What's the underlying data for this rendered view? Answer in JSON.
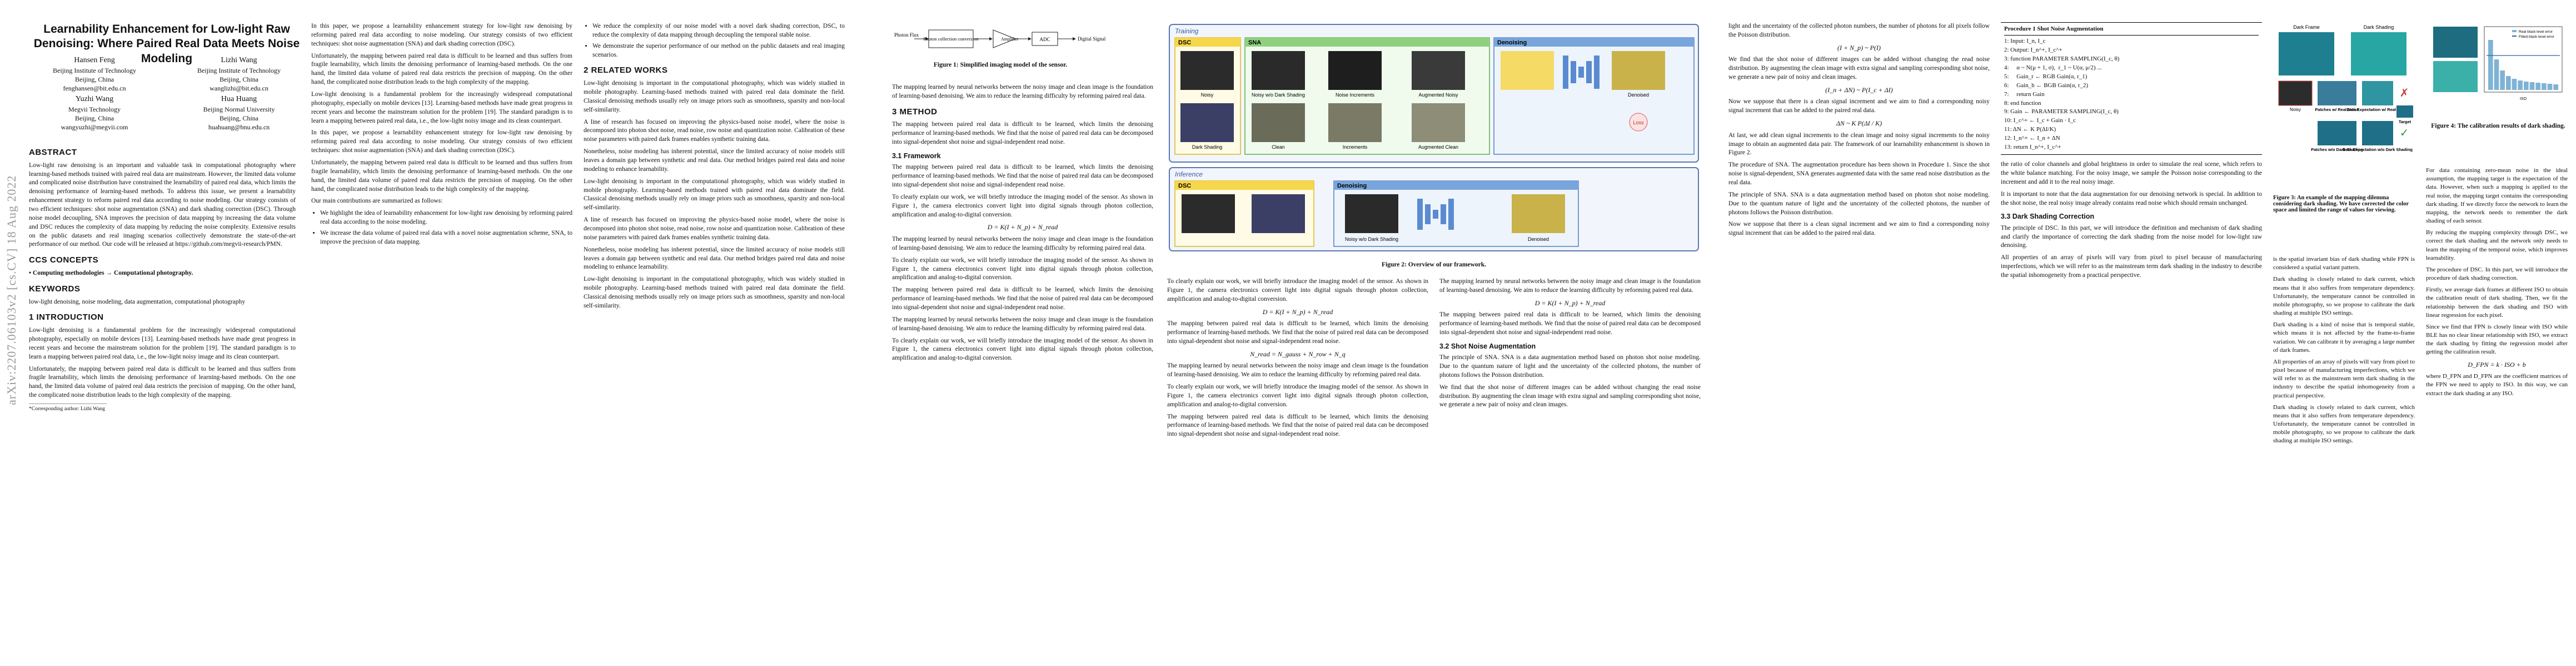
{
  "arxiv_stamp": "arXiv:2207.06103v2  [cs.CV]  18 Aug 2022",
  "paper": {
    "title": "Learnability Enhancement for Low-light Raw Denoising: Where Paired Real Data Meets Noise Modeling",
    "authors": [
      {
        "name": "Hansen Feng",
        "affil": "Beijing Institute of Technology",
        "city": "Beijing, China",
        "email": "fenghansen@bit.edu.cn"
      },
      {
        "name": "Lizhi Wang",
        "affil": "Beijing Institute of Technology",
        "city": "Beijing, China",
        "email": "wanglizhi@bit.edu.cn"
      },
      {
        "name": "Yuzhi Wang",
        "affil": "Megvii Technology",
        "city": "Beijing, China",
        "email": "wangyuzhi@megvii.com"
      },
      {
        "name": "Hua Huang",
        "affil": "Beijing Normal University",
        "city": "Beijing, China",
        "email": "huahuang@bnu.edu.cn"
      }
    ]
  },
  "sec": {
    "abstract": "ABSTRACT",
    "ccs": "CCS CONCEPTS",
    "keywords": "KEYWORDS",
    "intro": "1   INTRODUCTION",
    "related": "2   RELATED WORKS",
    "method": "3   METHOD",
    "framework": "3.1   Framework",
    "sna": "3.2   Shot Noise Augmentation",
    "dsc": "3.3   Dark Shading Correction"
  },
  "text": {
    "abstract": "Low-light raw denoising is an important and valuable task in computational photography where learning-based methods trained with paired real data are mainstream. However, the limited data volume and complicated noise distribution have constrained the learnability of paired real data, which limits the denoising performance of learning-based methods. To address this issue, we present a learnability enhancement strategy to reform paired real data according to noise modeling. Our strategy consists of two efficient techniques: shot noise augmentation (SNA) and dark shading correction (DSC). Through noise model decoupling, SNA improves the precision of data mapping by increasing the data volume and DSC reduces the complexity of data mapping by reducing the noise complexity. Extensive results on the public datasets and real imaging scenarios collectively demonstrate the state-of-the-art performance of our method. Our code will be released at https://github.com/megvii-research/PMN.",
    "ccs": "• Computing methodologies → Computational photography.",
    "keywords": "low-light denoising, noise modeling, data augmentation, computational photography",
    "intro": "Low-light denoising is a fundamental problem for the increasingly widespread computational photography, especially on mobile devices [13]. Learning-based methods have made great progress in recent years and become the mainstream solution for the problem [19]. The standard paradigm is to learn a mapping between paired real data, i.e., the low-light noisy image and its clean counterpart.",
    "intro2": "Unfortunately, the mapping between paired real data is difficult to be learned and thus suffers from fragile learnability, which limits the denoising performance of learning-based methods. On the one hand, the limited data volume of paired real data restricts the precision of mapping. On the other hand, the complicated noise distribution leads to the high complexity of the mapping.",
    "intro3": "In this paper, we propose a learnability enhancement strategy for low-light raw denoising by reforming paired real data according to noise modeling. Our strategy consists of two efficient techniques: shot noise augmentation (SNA) and dark shading correction (DSC).",
    "contrib_intro": "Our main contributions are summarized as follows:",
    "contrib1": "We highlight the idea of learnability enhancement for low-light raw denoising by reforming paired real data according to the noise modeling.",
    "contrib2": "We increase the data volume of paired real data with a novel noise augmentation scheme, SNA, to improve the precision of data mapping.",
    "contrib3": "We reduce the complexity of our noise model with a novel dark shading correction, DSC, to reduce the complexity of data mapping through decoupling the temporal stable noise.",
    "contrib4": "We demonstrate the superior performance of our method on the public datasets and real imaging scenarios.",
    "related1": "Low-light denoising is important in the computational photography, which was widely studied in mobile photography. Learning-based methods trained with paired real data dominate the field. Classical denoising methods usually rely on image priors such as smoothness, sparsity and non-local self-similarity.",
    "related2": "A line of research has focused on improving the physics-based noise model, where the noise is decomposed into photon shot noise, read noise, row noise and quantization noise. Calibration of these noise parameters with paired dark frames enables synthetic training data.",
    "related3": "Nonetheless, noise modeling has inherent potential, since the limited accuracy of noise models still leaves a domain gap between synthetic and real data. Our method bridges paired real data and noise modeling to enhance learnability.",
    "framework1": "The mapping between paired real data is difficult to be learned, which limits the denoising performance of learning-based methods. We find that the noise of paired real data can be decomposed into signal-dependent shot noise and signal-independent read noise.",
    "framework2": "To clearly explain our work, we will briefly introduce the imaging model of the sensor. As shown in Figure 1, the camera electronics convert light into digital signals through photon collection, amplification and analog-to-digital conversion.",
    "framework3": "The mapping learned by neural networks between the noisy image and clean image is the foundation of learning-based denoising. We aim to reduce the learning difficulty by reforming paired real data.",
    "sna1": "The principle of SNA. SNA is a data augmentation method based on photon shot noise modeling. Due to the quantum nature of light and the uncertainty of the collected photons, the number of photons follows the Poisson distribution.",
    "sna2": "We find that the shot noise of different images can be added without changing the read noise distribution. By augmenting the clean image with extra signal and sampling corresponding shot noise, we generate a new pair of noisy and clean images.",
    "sna3": "The procedure of SNA. The augmentation procedure has been shown in Procedure 1. Since the shot noise is signal-dependent, SNA generates augmented data with the same read noise distribution as the real data.",
    "col5_1": "light and the uncertainty of the collected photon numbers, the number of photons for all pixels follow the Poisson distribution.",
    "col5_2": "Now we suppose that there is a clean signal increment and we aim to find a corresponding noisy signal increment that can be added to the paired real data.",
    "col5_3": "At last, we add clean signal increments to the clean image and noisy signal increments to the noisy image to obtain an augmented data pair. The framework of our learnability enhancement is shown in Figure 2.",
    "col6_1": "the ratio of color channels and global brightness in order to simulate the real scene, which refers to the white balance matching. For the noisy image, we sample the Poisson noise corresponding to the increment and add it to the real noisy image.",
    "col6_2": "It is important to note that the data augmentation for our denoising network is special. In addition to the shot noise, the real noisy image already contains read noise which should remain unchanged.",
    "dsc1": "The principle of DSC. In this part, we will introduce the definition and mechanism of dark shading and clarify the importance of correcting the dark shading from the noise model for low-light raw denoising.",
    "dsc2": "All properties of an array of pixels will vary from pixel to pixel because of manufacturing imperfections, which we will refer to as the mainstream term dark shading in the industry to describe the spatial inhomogeneity from a practical perspective.",
    "col7_1": "is the spatial invariant bias of dark shading while FPN is considered a spatial variant pattern.",
    "col7_2": "Dark shading is closely related to dark current, which means that it also suffers from temperature dependency. Unfortunately, the temperature cannot be controlled in mobile photography, so we propose to calibrate the dark shading at multiple ISO settings.",
    "col7_3": "Dark shading is a kind of noise that is temporal stable, which means it is not affected by the frame-to-frame variation. We can calibrate it by averaging a large number of dark frames.",
    "col8_1": "For data containing zero-mean noise in the ideal assumption, the mapping target is the expectation of the data. However, when such a mapping is applied to the real noise, the mapping target contains the corresponding dark shading. If we directly force the network to learn the mapping, the network needs to remember the dark shading of each sensor.",
    "col8_2": "By reducing the mapping complexity through DSC, we correct the dark shading and the network only needs to learn the mapping of the temporal noise, which improves learnability.",
    "col8_3": "The procedure of DSC. In this part, we will introduce the procedure of dark shading correction.",
    "col8_4": "Firstly, we average dark frames at different ISO to obtain the calibration result of dark shading. Then, we fit the relationship between the dark shading and ISO with linear regression for each pixel.",
    "col8_5": "Since we find that FPN is closely linear with ISO while BLE has no clear linear relationship with ISO, we extract the dark shading by fitting the regression model after getting the calibration result.",
    "col8_6": "where D_FPN and D_FPN are the coefficient matrices of the FPN we need to apply to ISO. In this way, we can extract the dark shading at any ISO."
  },
  "fig1": {
    "caption": "Figure 1: Simplified imaging model of the sensor.",
    "photon": "Photon Flux",
    "collect": "Photon collection conversion",
    "amp": "Amplifier",
    "adc": "ADC",
    "out": "Digital Signal"
  },
  "fig2": {
    "caption": "Figure 2: Overview of our framework.",
    "training": "Training",
    "inference": "Inference",
    "dsc": "DSC",
    "sna": "SNA",
    "denoising": "Denoising",
    "noisy": "Noisy",
    "dark_shading": "Dark Shading",
    "noisy_wo_ds": "Noisy w/o Dark Shading",
    "clean": "Clean",
    "noise_increments": "Noise Increments",
    "lam_increments": "Increments",
    "aug_noisy": "Augmented Noisy",
    "aug_clean": "Augmented Clean",
    "denoised": "Denoised",
    "loss": "Loss"
  },
  "proc": {
    "title": "Procedure 1 Shot Noise Augmentation",
    "lines": [
      "Input: I_n, I_c",
      "Output: I_n^+, I_c^+",
      "function PARAMETER SAMPLING(I_c, θ)",
      "    α ~ N(μ + 1, σ),  r_1 ~ U(α, μ/2) ...",
      "    Gain_r ← RGB Gain(α, r_1)",
      "    Gain_b ← BGB Gain(α, r_2)",
      "    return Gain",
      "end function",
      "Gain ← PARAMETER SAMPLING(I_c, θ)",
      "I_c^+ ← I_c + Gain · I_c",
      "ΔN ← K P(ΔI/K) ",
      "I_n^+ ← I_n + ΔN",
      "return I_n^+, I_c^+"
    ]
  },
  "fig3": {
    "caption": "Figure 3: An example of the mapping dilemma considering dark shading. We have corrected the color space and limited the range of values for viewing.",
    "dark_frame": "Dark Frame",
    "dark_shading": "Dark Shading",
    "noisy": "Noisy",
    "patches_real": "Patches w/ Real Noise",
    "data_exp_real": "Data Expectation w/ Real Noise",
    "target": "Target",
    "patches_wo": "Patches w/o Dark Shading",
    "data_exp_wo": "Data Expectation w/o Dark Shading"
  },
  "fig4": {
    "caption": "Figure 4: The calibration results of dark shading.",
    "legend1": "Real black level error",
    "legend2": "Fitted black level error",
    "xlabel": "ISO",
    "bars": [
      0.9,
      0.55,
      0.35,
      0.25,
      0.2,
      0.17,
      0.15,
      0.14,
      0.13,
      0.12,
      0.11,
      0.1
    ]
  },
  "footnote": "*Corresponding author: Lizhi Wang",
  "colors": {
    "training_bg": "#f2f5fb",
    "box_border": "#5a78b3",
    "dsc_yellow": "#f6d64a",
    "sna_green": "#8fd17f",
    "denoise_blue": "#78a6dc",
    "loss_red": "#d85a5a"
  }
}
